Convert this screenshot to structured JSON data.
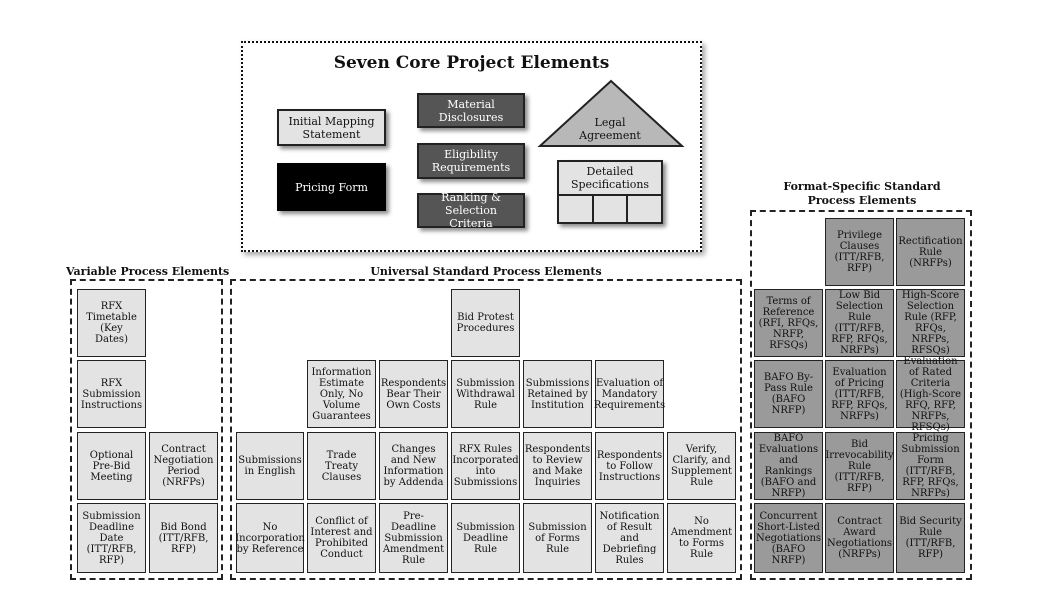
{
  "core": {
    "title": "Seven Core Project Elements",
    "initial_mapping": "Initial Mapping Statement",
    "pricing_form": "Pricing Form",
    "material_disclosures": "Material Disclosures",
    "eligibility": "Eligibility Requirements",
    "ranking": "Ranking & Selection Criteria",
    "legal_agreement": "Legal Agreement",
    "detailed_specs": "Detailed Specifications"
  },
  "variable": {
    "title": "Variable Process Elements",
    "rfx_timetable": "RFX Timetable (Key Dates)",
    "rfx_submission": "RFX Submission Instructions",
    "optional_prebid": "Optional Pre-Bid Meeting",
    "contract_negotiation": "Contract Negotiation Period (NRFPs)",
    "submission_deadline": "Submission Deadline Date (ITT/RFB, RFP)",
    "bid_bond": "Bid Bond (ITT/RFB, RFP)"
  },
  "universal": {
    "title": "Universal Standard Process Elements",
    "bid_protest": "Bid Protest Procedures",
    "row1": [
      "Information Estimate Only, No Volume Guarantees",
      "Respondents Bear Their Own Costs",
      "Submission Withdrawal Rule",
      "Submissions Retained by Institution",
      "Evaluation of Mandatory Requirements"
    ],
    "row2": [
      "Submissions in English",
      "Trade Treaty Clauses",
      "Changes and New Information by Addenda",
      "RFX Rules Incorporated into Submissions",
      "Respondents to Review and Make Inquiries",
      "Respondents to Follow Instructions",
      "Verify, Clarify, and Supplement Rule"
    ],
    "row3": [
      "No Incorporation by Reference",
      "Conflict of Interest and Prohibited Conduct",
      "Pre-Deadline Submission Amendment Rule",
      "Submission Deadline Rule",
      "Submission of Forms Rule",
      "Notification of Result and Debriefing Rules",
      "No Amendment to Forms Rule"
    ]
  },
  "format": {
    "title_line1": "Format-Specific Standard",
    "title_line2": "Process Elements",
    "row0": [
      "Privilege Clauses (ITT/RFB, RFP)",
      "Rectification Rule (NRFPs)"
    ],
    "row1": [
      "Terms of Reference (RFI, RFQs, NRFP, RFSQs)",
      "Low Bid Selection Rule (ITT/RFB, RFP, RFQs, NRFPs)",
      "High-Score Selection Rule (RFP, RFQs, NRFPs, RFSQs)"
    ],
    "row2": [
      "BAFO By-Pass Rule (BAFO NRFP)",
      "Evaluation of Pricing (ITT/RFB, RFP, RFQs, NRFPs)",
      "Evaluation of Rated Criteria (High-Score RFQ, RFP, NRFPs, RFSQs)"
    ],
    "row3": [
      "BAFO Evaluations and Rankings (BAFO and NRFP)",
      "Bid Irrevocability Rule (ITT/RFB, RFP)",
      "Pricing Submission Form (ITT/RFB, RFP, RFQs, NRFPs)"
    ],
    "row4": [
      "Concurrent Short-Listed Negotiations (BAFO NRFP)",
      "Contract Award Negotiations (NRFPs)",
      "Bid Security Rule (ITT/RFB, RFP)"
    ]
  }
}
